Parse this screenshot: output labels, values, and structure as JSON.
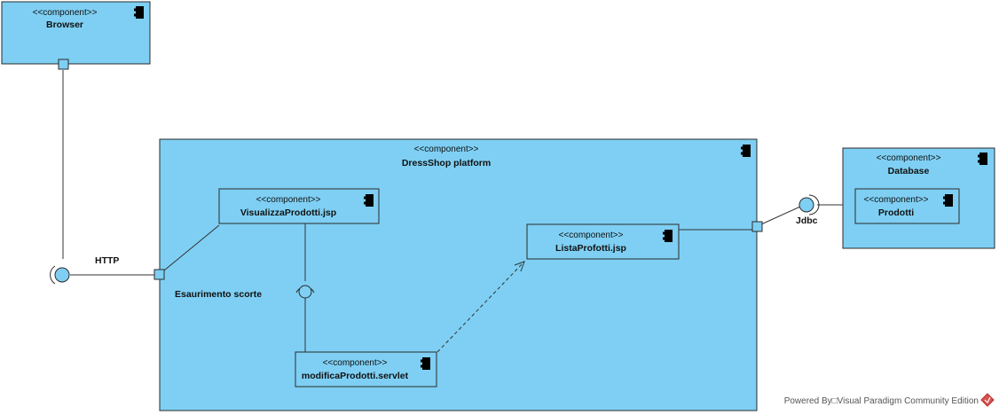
{
  "stereotype": "<<component>>",
  "components": {
    "browser": "Browser",
    "platform": "DressShop platform",
    "database": "Database",
    "prodotti": "Prodotti",
    "visualizza": "VisualizzaProdotti.jsp",
    "lista": "ListaProfotti.jsp",
    "modifica": "modificaProdotti.servlet"
  },
  "interfaces": {
    "http": "HTTP",
    "esaurimento": "Esaurimento scorte",
    "jdbc": "Jdbc"
  },
  "footer": {
    "text": "Powered By□Visual Paradigm Community Edition",
    "logo": "visual-paradigm-logo"
  },
  "colors": {
    "component_fill": "#7ecff3",
    "stroke": "#2b2b2b"
  }
}
